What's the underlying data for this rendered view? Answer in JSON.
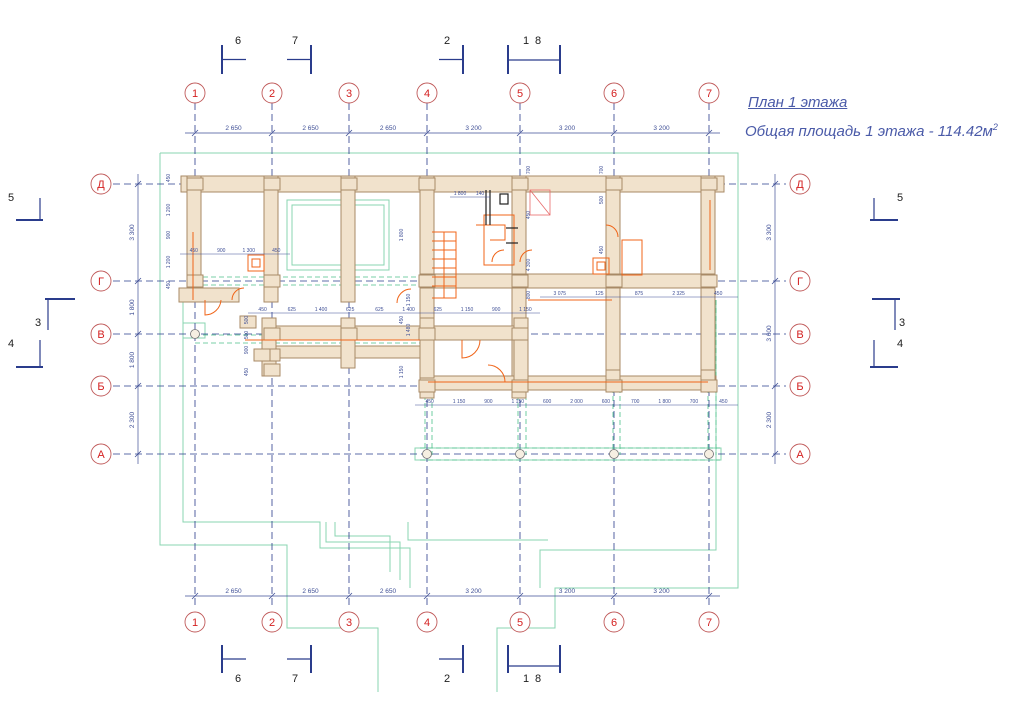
{
  "header": {
    "title": "План 1 этажа",
    "area_label": "Общая площадь 1 этажа - 114.42м",
    "area_unit_sup": "2"
  },
  "colors": {
    "axis_red": "#d42020",
    "wall_fill": "#f1e2cc",
    "wall_stroke": "#a88a66",
    "orange": "#f06418",
    "green": "#88d4b0",
    "blue": "#2a3c8c",
    "dim": "#3f4f96"
  },
  "axes": {
    "vertical": [
      "1",
      "2",
      "3",
      "4",
      "5",
      "6",
      "7"
    ],
    "horizontal": [
      "Д",
      "Г",
      "В",
      "Б",
      "А"
    ]
  },
  "dims_x": [
    "2 650",
    "2 650",
    "2 650",
    "3 200",
    "3 200",
    "3 200"
  ],
  "dims_y_left": [
    "3 300",
    "1 800",
    "1 800",
    "2 300"
  ],
  "dims_y_right": [
    "3 300",
    "3 600",
    "2 300"
  ],
  "sections": {
    "top": [
      "6",
      "7",
      "2",
      "1",
      "8"
    ],
    "bottom": [
      "6",
      "7",
      "2",
      "1",
      "8"
    ],
    "left": [
      "5",
      "3",
      "4"
    ],
    "right": [
      "5",
      "3",
      "4"
    ]
  },
  "inner_dims": {
    "row_g": [
      "450",
      "900",
      "1 300",
      "450"
    ],
    "row_v": [
      "450",
      "625",
      "1 400",
      "625",
      "625",
      "1 400",
      "625",
      "1 150",
      "900",
      "1 150"
    ],
    "row_v_right": [
      "3 075",
      "125",
      "875",
      "2 325",
      "450"
    ],
    "row_b": [
      "450",
      "1 150",
      "900",
      "1 150",
      "600",
      "2 000",
      "600",
      "700",
      "1 800",
      "700",
      "450"
    ],
    "top_wing": [
      "1 800",
      "140"
    ],
    "misc": [
      "450",
      "1 200",
      "900",
      "1 200",
      "450",
      "500",
      "500",
      "900",
      "450",
      "1 150",
      "1 480",
      "700",
      "450",
      "4 300",
      "800",
      "1 800",
      "450",
      "1 150",
      "700",
      "500",
      "450"
    ]
  }
}
